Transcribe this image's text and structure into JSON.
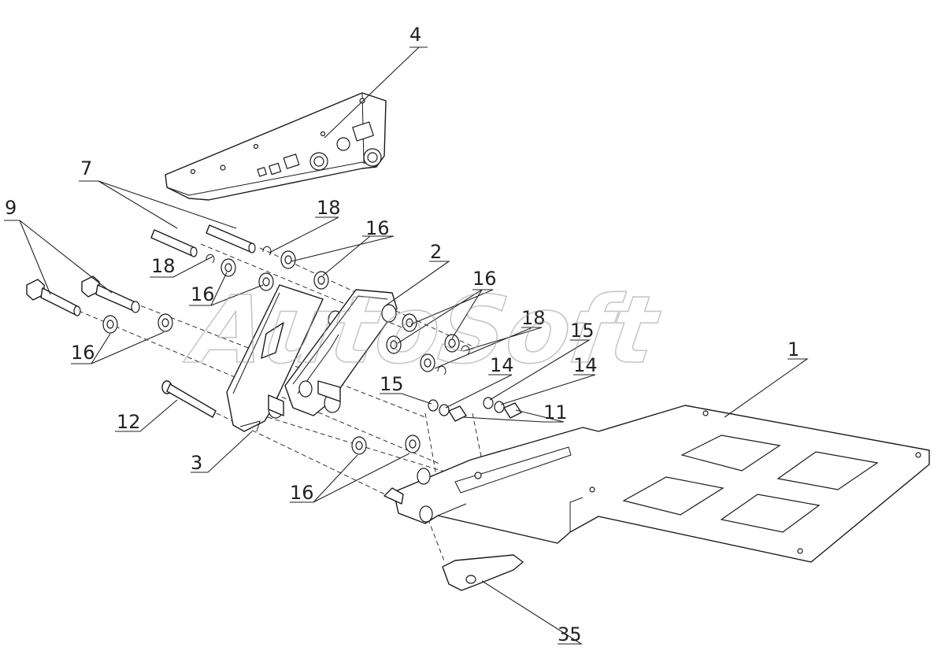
{
  "watermark": "AutoSoft",
  "callouts": {
    "c1": "1",
    "c2": "2",
    "c3": "3",
    "c4": "4",
    "c7": "7",
    "c9": "9",
    "c11": "11",
    "c12": "12",
    "c14a": "14",
    "c14b": "14",
    "c15a": "15",
    "c15b": "15",
    "c16a": "16",
    "c16b": "16",
    "c16c": "16",
    "c16d": "16",
    "c16e": "16",
    "c18a": "18",
    "c18b": "18",
    "c18c": "18",
    "c35": "35"
  }
}
